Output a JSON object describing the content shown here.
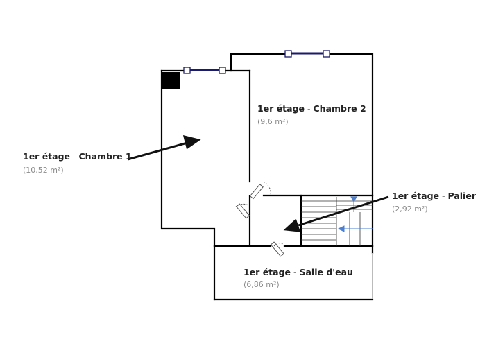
{
  "rooms": [
    {
      "id": "chambre-1",
      "floor": "1er étage",
      "name": "Chambre 1",
      "area": "(10,52 m²)"
    },
    {
      "id": "chambre-2",
      "floor": "1er étage",
      "name": "Chambre 2",
      "area": "(9,6 m²)"
    },
    {
      "id": "palier",
      "floor": "1er étage",
      "name": "Palier",
      "area": "(2,92 m²)"
    },
    {
      "id": "salle-eau",
      "floor": "1er étage",
      "name": "Salle d'eau",
      "area": "(6,86 m²)"
    }
  ],
  "separator": " - ",
  "colors": {
    "wall": "#000000",
    "window": "#1a1a6e",
    "door": "#555555",
    "stair_arrow": "#4a7fd4",
    "label": "#222222",
    "area": "#8a8a8a"
  }
}
